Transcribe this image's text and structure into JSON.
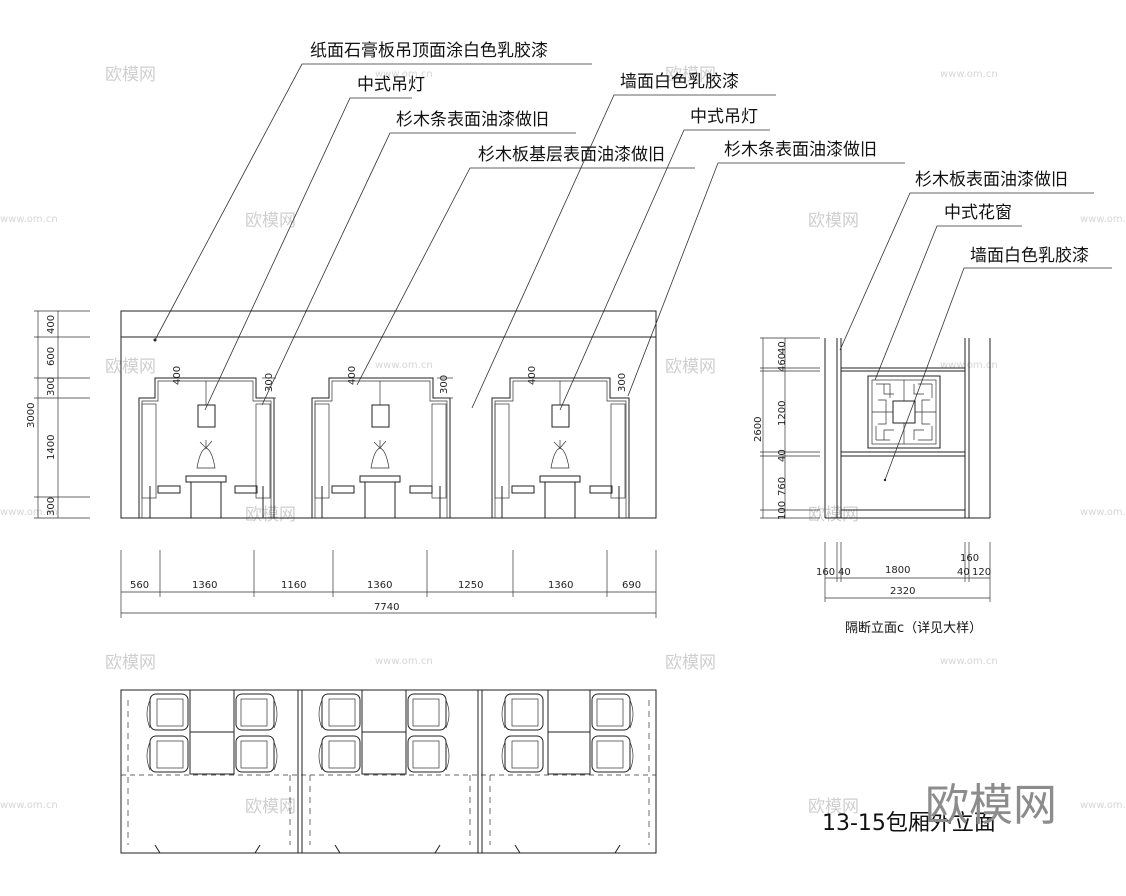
{
  "callouts": {
    "ceiling": "纸面石膏板吊顶面涂白色乳胶漆",
    "lamp_1": "中式吊灯",
    "fir_strip_1": "杉木条表面油漆做旧",
    "wall_white_1": "墙面白色乳胶漆",
    "lamp_2": "中式吊灯",
    "fir_base": "杉木板基层表面油漆做旧",
    "fir_strip_2": "杉木条表面油漆做旧",
    "fir_board": "杉木板表面油漆做旧",
    "chinese_window": "中式花窗",
    "wall_white_2": "墙面白色乳胶漆"
  },
  "main_elevation": {
    "height_dims": [
      "400",
      "600",
      "300",
      "1400",
      "300"
    ],
    "total_height": "3000",
    "niche_dims": [
      "400",
      "300",
      "400",
      "300",
      "400",
      "300"
    ],
    "width_dims": [
      "560",
      "1360",
      "1160",
      "1360",
      "1250",
      "1360",
      "690"
    ],
    "total_width": "7740"
  },
  "partition": {
    "height_dims": [
      "40",
      "460",
      "1200",
      "40",
      "760",
      "100"
    ],
    "total_height": "2600",
    "width_dims_top": [
      "160",
      "40",
      "1800",
      "40",
      "120"
    ],
    "width_dim_extra": "160",
    "total_width": "2320",
    "caption": "隔断立面c（详见大样）"
  },
  "drawing_title": "13-15包厢外立面",
  "watermarks": {
    "brand": "欧模网",
    "url": "www.om.cn"
  }
}
